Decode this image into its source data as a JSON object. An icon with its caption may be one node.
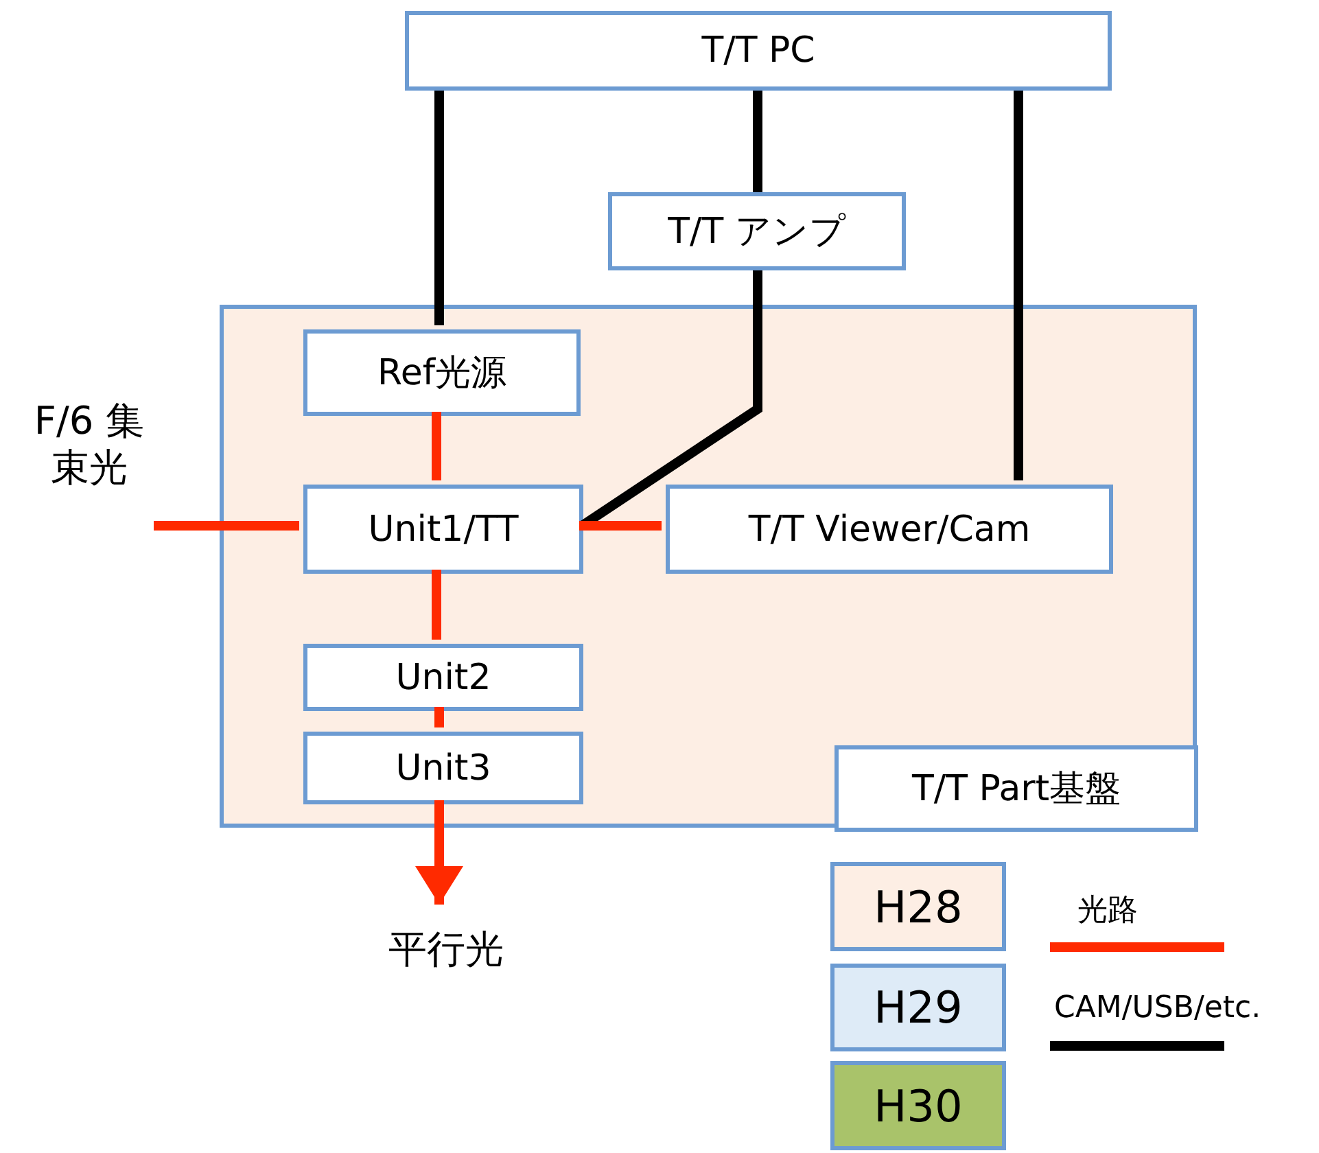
{
  "diagram": {
    "nodes": [
      {
        "text": [
          "T/T PC"
        ]
      },
      {
        "text": [
          "T/T アンプ"
        ]
      },
      {
        "text": [],
        "shape": "box"
      },
      {
        "text": [
          "Ref光源"
        ],
        "in": 2
      },
      {
        "text": [
          "Unit1/TT"
        ],
        "in": 2
      },
      {
        "text": [
          "T/T Viewer/Cam"
        ],
        "in": 2
      },
      {
        "text": [
          "Unit2"
        ],
        "in": 2
      },
      {
        "text": [
          "Unit3"
        ],
        "in": 2
      },
      {
        "text": [
          "T/T Part基盤"
        ],
        "in": 2
      },
      {
        "text": [
          "F/6 集束光"
        ]
      },
      {
        "text": [
          "平行光"
        ]
      }
    ],
    "edges": [
      {
        "from": 0,
        "to": 3,
        "arrow": "none",
        "color": "#000000"
      },
      {
        "from": 0,
        "to": 1,
        "arrow": "none",
        "color": "#000000"
      },
      {
        "from": 1,
        "to": 4,
        "arrow": "none",
        "color": "#000000"
      },
      {
        "from": 0,
        "to": 5,
        "arrow": "none",
        "color": "#000000"
      },
      {
        "from": 3,
        "to": 4,
        "arrow": "none",
        "color": "#ff2a00"
      },
      {
        "from": 9,
        "to": 4,
        "arrow": "none",
        "color": "#ff2a00"
      },
      {
        "from": 4,
        "to": 5,
        "arrow": "none",
        "color": "#ff2a00"
      },
      {
        "from": 4,
        "to": 6,
        "arrow": "none",
        "color": "#ff2a00"
      },
      {
        "from": 6,
        "to": 7,
        "arrow": "none",
        "color": "#ff2a00"
      },
      {
        "from": 7,
        "to": 10,
        "arrow": "to",
        "color": "#ff2a00"
      }
    ],
    "legend": [
      {
        "text": "H28",
        "color": "#fdeee4"
      },
      {
        "text": "H29",
        "color": "#deebf7"
      },
      {
        "text": "H30",
        "color": "#a9c36a"
      },
      {
        "text": "光路"
      },
      {
        "text": "CAM/USB/etc."
      }
    ]
  }
}
